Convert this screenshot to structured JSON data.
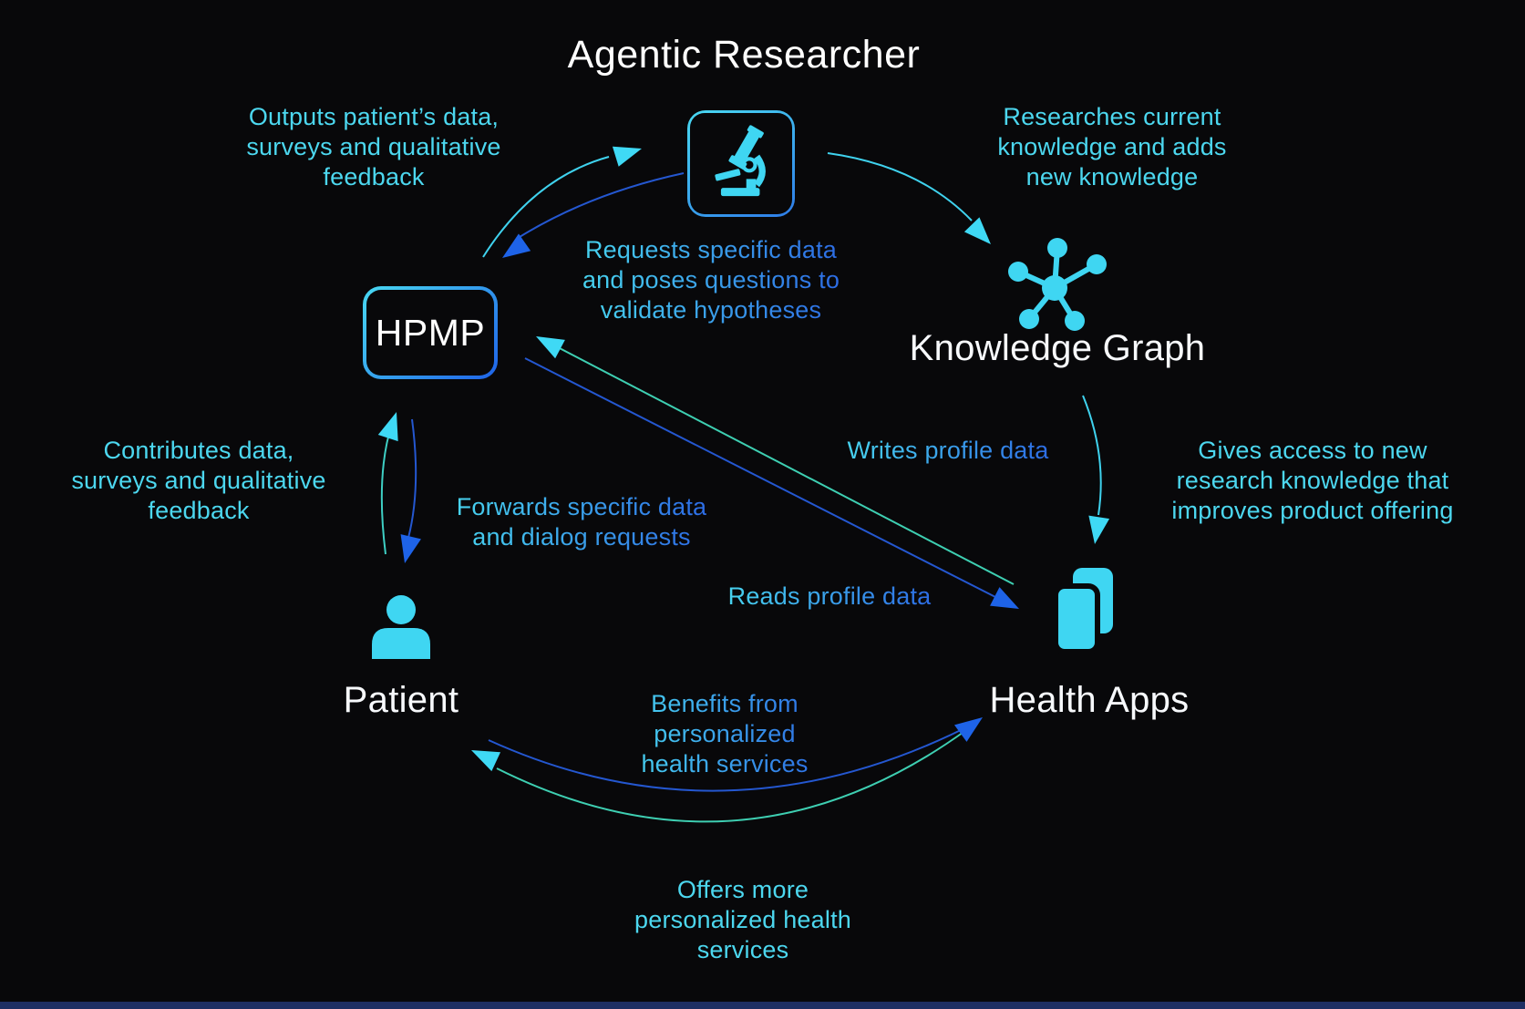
{
  "title": "Agentic Researcher",
  "colors": {
    "background": "#08080a",
    "cyan_accent": "#4cd7ef",
    "blue_accent": "#2d6fe4",
    "teal_line": "#3ecfb2",
    "blue_line": "#2457d0",
    "white": "#f7f9fc",
    "bottom_strip": "#1e2f63"
  },
  "nodes": {
    "agentic_researcher": {
      "label": "Agentic Researcher",
      "icon": "microscope-icon"
    },
    "hpmp": {
      "label": "HPMP"
    },
    "knowledge_graph": {
      "label": "Knowledge Graph",
      "icon": "network-graph-icon"
    },
    "patient": {
      "label": "Patient",
      "icon": "person-icon"
    },
    "health_apps": {
      "label": "Health Apps",
      "icon": "mobile-apps-icon"
    }
  },
  "edges": {
    "outputs_patient_data": {
      "label": "Outputs patient’s data,\nsurveys and qualitative\nfeedback",
      "from": "HPMP",
      "to": "Agentic Researcher",
      "style": "cyan"
    },
    "researches_knowledge": {
      "label": "Researches current\nknowledge and adds\nnew knowledge",
      "from": "Agentic Researcher",
      "to": "Knowledge Graph",
      "style": "cyan"
    },
    "requests_data": {
      "label": "Requests specific data\nand poses questions to\nvalidate hypotheses",
      "from": "Agentic Researcher",
      "to": "HPMP",
      "style": "gradient"
    },
    "writes_profile_data": {
      "label": "Writes profile data",
      "from": "Health Apps",
      "to": "HPMP",
      "style": "gradient"
    },
    "gives_access": {
      "label": "Gives access to new\nresearch knowledge that\nimproves product offering",
      "from": "Knowledge Graph",
      "to": "Health Apps",
      "style": "cyan"
    },
    "contributes_data": {
      "label": "Contributes data,\nsurveys and qualitative\nfeedback",
      "from": "Patient",
      "to": "HPMP",
      "style": "cyan"
    },
    "forwards_data": {
      "label": "Forwards specific data\nand dialog requests",
      "from": "HPMP",
      "to": "Patient",
      "style": "gradient"
    },
    "reads_profile_data": {
      "label": "Reads profile data",
      "from": "HPMP",
      "to": "Health Apps",
      "style": "gradient"
    },
    "benefits_from": {
      "label": "Benefits from\npersonalized\nhealth services",
      "from": "Health Apps",
      "to": "Patient",
      "style": "gradient"
    },
    "offers_services": {
      "label": "Offers more\npersonalized health\nservices",
      "from": "Patient",
      "to": "Health Apps",
      "style": "cyan"
    }
  }
}
